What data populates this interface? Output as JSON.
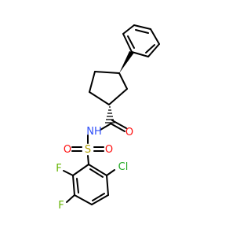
{
  "molecule": {
    "atoms": {
      "o_amide": {
        "text": "O",
        "color": "#ff0d0d"
      },
      "nh": {
        "text": "NH",
        "color": "#3050f8"
      },
      "s": {
        "text": "S",
        "color": "#b2a000"
      },
      "o_sulfonyl_left": {
        "text": "O",
        "color": "#ff0d0d"
      },
      "o_sulfonyl_right": {
        "text": "O",
        "color": "#ff0d0d"
      },
      "cl": {
        "text": "Cl",
        "color": "#1fa81f"
      },
      "f_upper": {
        "text": "F",
        "color": "#64b400"
      },
      "f_lower": {
        "text": "F",
        "color": "#64b400"
      }
    }
  }
}
